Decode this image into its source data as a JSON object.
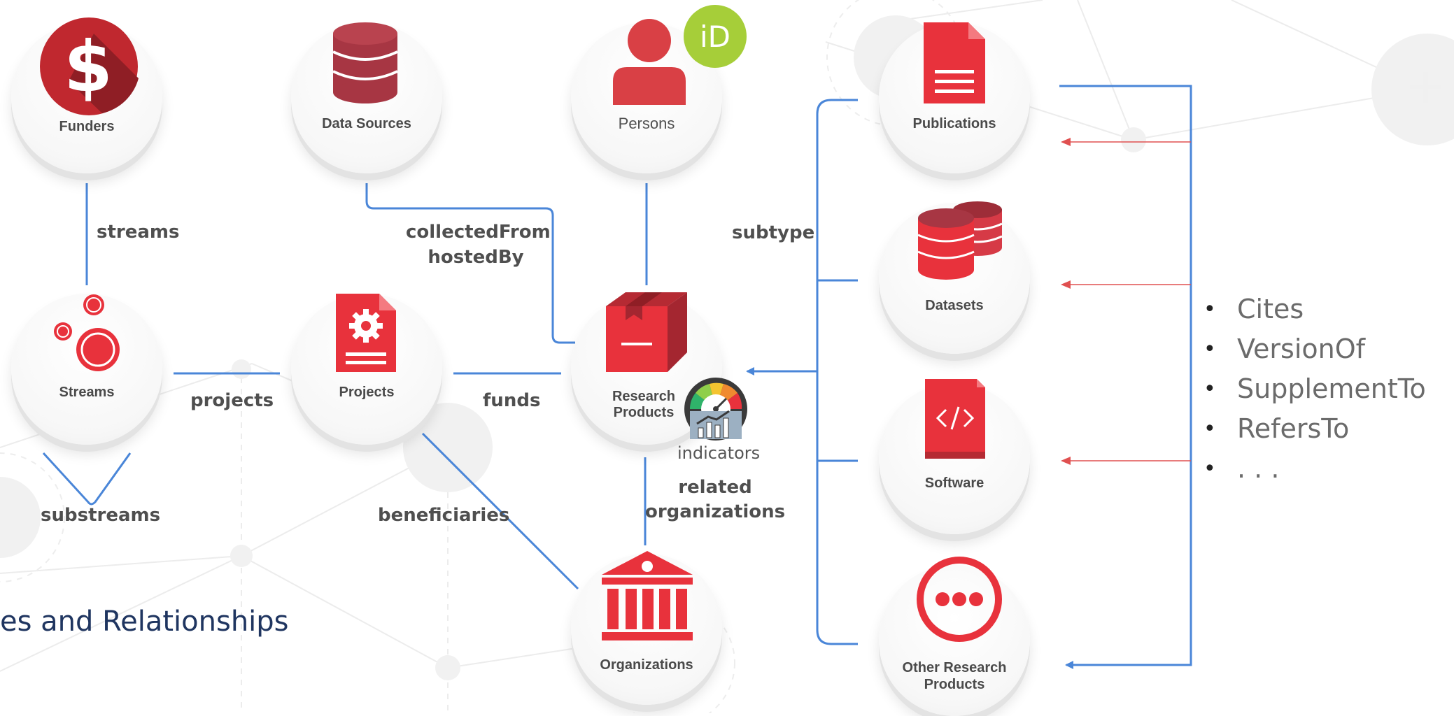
{
  "diagram": {
    "footer_title": "es and Relationships",
    "colors": {
      "accent_red": "#e8323c",
      "dark_red": "#a73643",
      "link_blue": "#4a86d8",
      "arrow_red": "#e05050",
      "orcid_green": "#a6ce39"
    },
    "nodes": {
      "funders": "Funders",
      "data_sources": "Data Sources",
      "persons": "Persons",
      "publications": "Publications",
      "streams": "Streams",
      "projects": "Projects",
      "research_products_line1": "Research",
      "research_products_line2": "Products",
      "datasets": "Datasets",
      "software": "Software",
      "organizations": "Organizations",
      "other_line1": "Other Research",
      "other_line2": "Products"
    },
    "edges": {
      "streams": "streams",
      "collected_from": "collectedFrom",
      "hosted_by": "hostedBy",
      "subtype": "subtype",
      "projects": "projects",
      "funds": "funds",
      "substreams": "substreams",
      "beneficiaries": "beneficiaries",
      "related_line1": "related",
      "related_line2": "organizations"
    },
    "indicators": "indicators",
    "orcid_mark": "iD",
    "relation_types": [
      "Cites",
      "VersionOf",
      "SupplementTo",
      "RefersTo",
      ". . ."
    ],
    "icons": [
      "dollar-icon",
      "database-icon",
      "person-icon",
      "orcid-icon",
      "document-icon",
      "bubbles-icon",
      "gear-document-icon",
      "box-icon",
      "gauge-icon",
      "bank-icon",
      "code-icon",
      "ellipsis-icon",
      "plus-icon"
    ]
  }
}
